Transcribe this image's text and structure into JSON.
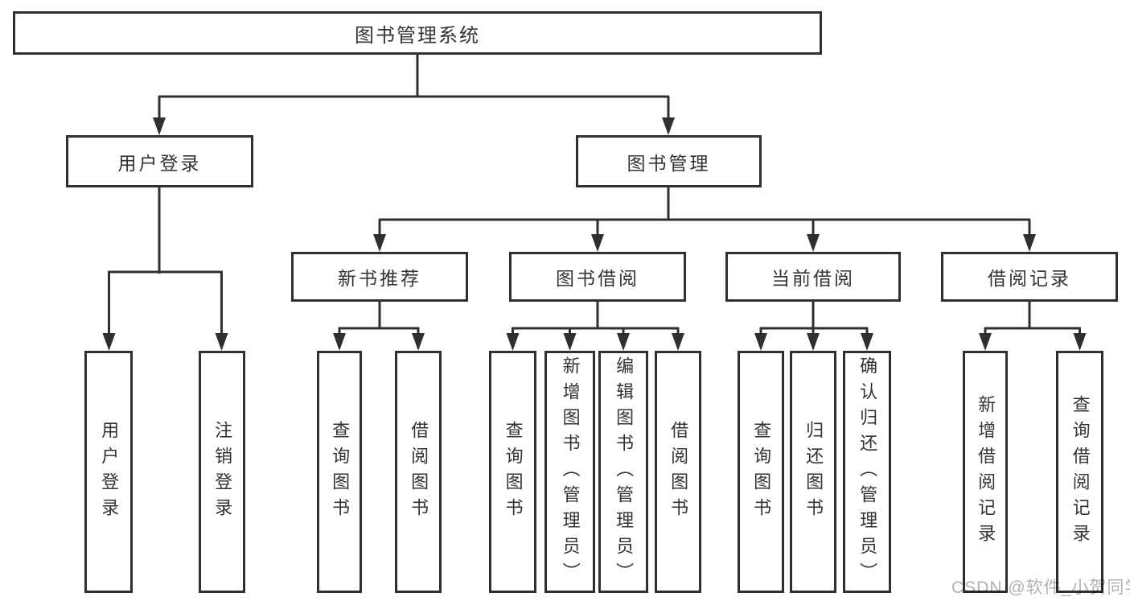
{
  "tree": {
    "root": {
      "label": "图书管理系统"
    },
    "branches": [
      {
        "label": "用户登录",
        "children": [
          {
            "label": "用户登录"
          },
          {
            "label": "注销登录"
          }
        ]
      },
      {
        "label": "图书管理",
        "children": [
          {
            "label": "新书推荐",
            "children": [
              {
                "label": "查询图书"
              },
              {
                "label": "借阅图书"
              }
            ]
          },
          {
            "label": "图书借阅",
            "children": [
              {
                "label": "查询图书"
              },
              {
                "label": "新增图书（管理员）"
              },
              {
                "label": "编辑图书（管理员）"
              },
              {
                "label": "借阅图书"
              }
            ]
          },
          {
            "label": "当前借阅",
            "children": [
              {
                "label": "查询图书"
              },
              {
                "label": "归还图书"
              },
              {
                "label": "确认归还（管理员）"
              }
            ]
          },
          {
            "label": "借阅记录",
            "children": [
              {
                "label": "新增借阅记录"
              },
              {
                "label": "查询借阅记录"
              }
            ]
          }
        ]
      }
    ]
  },
  "watermark": {
    "text": "CSDN @软件_小贺同学"
  },
  "colors": {
    "line": "#2f2f2f",
    "box_border": "#2f2f2f",
    "box_background": "#ffffff",
    "text": "#333333",
    "watermark": "#9e9494"
  }
}
